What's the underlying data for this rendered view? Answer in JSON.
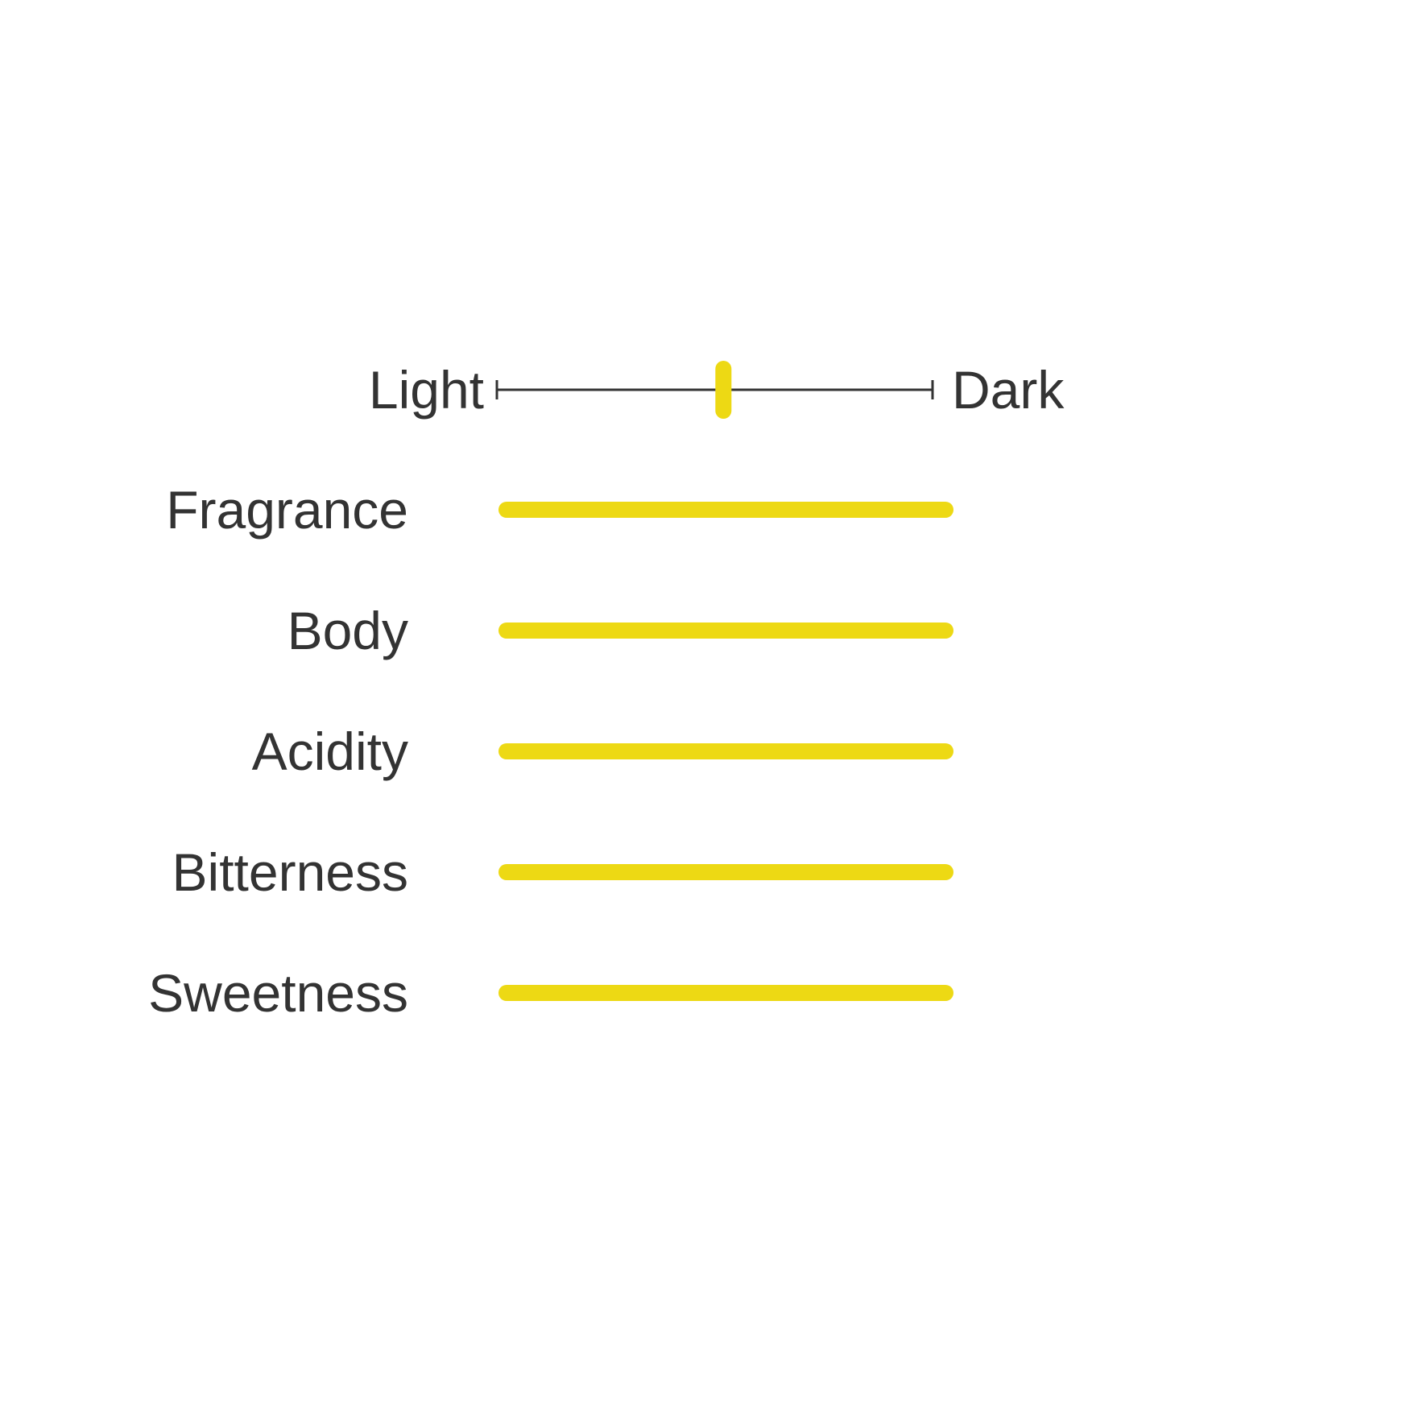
{
  "chart_data": {
    "type": "bar",
    "scale": {
      "left_label": "Light",
      "right_label": "Dark",
      "marker_position": 0.52,
      "range": [
        0,
        1
      ]
    },
    "categories": [
      "Fragrance",
      "Body",
      "Acidity",
      "Bitterness",
      "Sweetness"
    ],
    "values": [
      1.0,
      1.0,
      1.0,
      1.0,
      1.0
    ]
  },
  "colors": {
    "accent": "#EDD914",
    "text": "#333333",
    "axis": "#333333",
    "background": "#FFFFFF"
  }
}
